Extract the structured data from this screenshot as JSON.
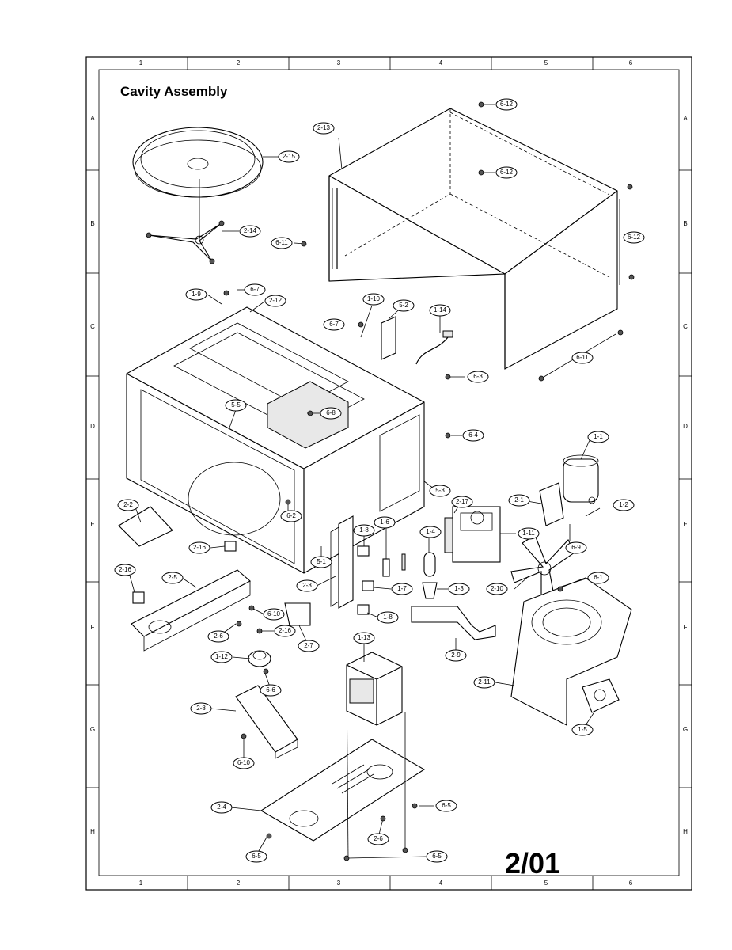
{
  "title": "Cavity Assembly",
  "page_code": "2/01",
  "grid": {
    "columns": [
      "1",
      "2",
      "3",
      "4",
      "5",
      "6"
    ],
    "rows": [
      "A",
      "B",
      "C",
      "D",
      "E",
      "F",
      "G",
      "H"
    ]
  },
  "callouts": {
    "c_2_15": "2-15",
    "c_2_14": "2-14",
    "c_2_13": "2-13",
    "c_6_12a": "6-12",
    "c_6_12b": "6-12",
    "c_6_12c": "6-12",
    "c_6_11a": "6-11",
    "c_6_11b": "6-11",
    "c_1_9": "1-9",
    "c_6_7a": "6-7",
    "c_2_12": "2-12",
    "c_1_10": "1-10",
    "c_5_2": "5-2",
    "c_1_14": "1-14",
    "c_6_7b": "6-7",
    "c_6_3": "6-3",
    "c_5_5": "5-5",
    "c_6_8": "6-8",
    "c_6_4": "6-4",
    "c_1_1": "1-1",
    "c_5_3": "5-3",
    "c_2_17": "2-17",
    "c_2_1": "2-1",
    "c_1_2": "1-2",
    "c_2_2": "2-2",
    "c_6_2": "6-2",
    "c_1_8a": "1-8",
    "c_1_6": "1-6",
    "c_1_4": "1-4",
    "c_1_11": "1-11",
    "c_6_9": "6-9",
    "c_2_16a": "2-16",
    "c_5_1": "5-1",
    "c_2_3": "2-3",
    "c_1_7": "1-7",
    "c_1_3": "1-3",
    "c_2_10": "2-10",
    "c_6_1": "6-1",
    "c_2_16b": "2-16",
    "c_2_5": "2-5",
    "c_6_10a": "6-10",
    "c_1_8b": "1-8",
    "c_2_6a": "2-6",
    "c_2_16c": "2-16",
    "c_2_7": "2-7",
    "c_2_9": "2-9",
    "c_1_12": "1-12",
    "c_1_13": "1-13",
    "c_6_6": "6-6",
    "c_2_11": "2-11",
    "c_2_8": "2-8",
    "c_1_5": "1-5",
    "c_6_10b": "6-10",
    "c_2_4": "2-4",
    "c_6_5a": "6-5",
    "c_2_6b": "2-6",
    "c_6_5b": "6-5",
    "c_6_5c": "6-5"
  }
}
